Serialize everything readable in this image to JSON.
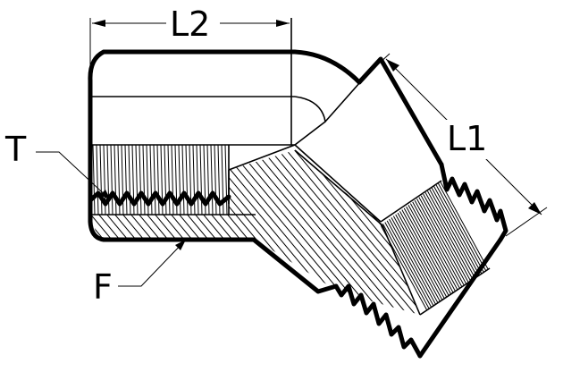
{
  "labels": {
    "l2": "L2",
    "l1": "L1",
    "t": "T",
    "f": "F"
  },
  "colors": {
    "line": "#000000",
    "background": "#ffffff"
  }
}
